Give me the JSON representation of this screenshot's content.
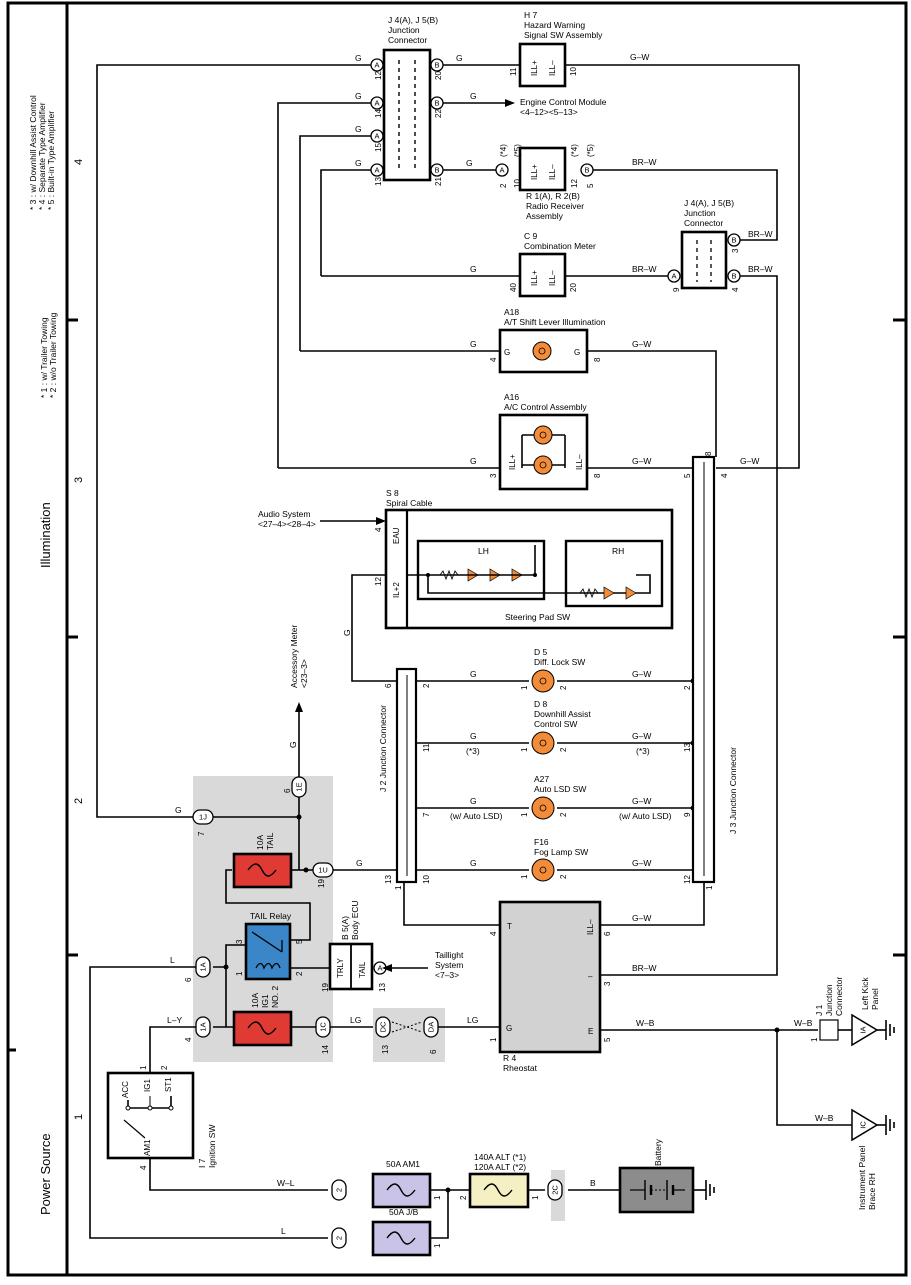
{
  "sidebar": {
    "notes_top": [
      "* 3 : w/ Downhill Assist Control",
      "* 4 : Separate Type Amplifier",
      "* 5 : Built-in Type Amplifier"
    ],
    "notes_mid": [
      "* 1 : w/ Trailer Towing",
      "* 2 : w/o Trailer Towing"
    ],
    "section_illumination": "Illumination",
    "section_power": "Power Source",
    "grid": [
      "4",
      "3",
      "2",
      "1"
    ]
  },
  "components": {
    "junction_top": [
      "J 4(A), J 5(B)",
      "Junction",
      "Connector"
    ],
    "hazard": [
      "H 7",
      "Hazard Warning",
      "Signal SW Assembly"
    ],
    "ecm": [
      "Engine Control Module",
      "<4–12><5–13>"
    ],
    "radio": [
      "R 1(A), R 2(B)",
      "Radio Receiver",
      "Assembly"
    ],
    "combination_meter": [
      "C 9",
      "Combination Meter"
    ],
    "junction_right": [
      "J 4(A), J 5(B)",
      "Junction",
      "Connector"
    ],
    "shift_lever": [
      "A18",
      "A/T Shift Lever Illumination"
    ],
    "ac_control": [
      "A16",
      "A/C Control Assembly"
    ],
    "spiral": [
      "S 8",
      "Spiral Cable"
    ],
    "audio": [
      "Audio System",
      "<27–4><28–4>"
    ],
    "steering_pad": "Steering Pad SW",
    "accessory_meter": [
      "Accessory Meter",
      "<23–3>"
    ],
    "diff_lock": [
      "D 5",
      "Diff.  Lock SW"
    ],
    "downhill": [
      "D 8",
      "Downhill Assist",
      "Control SW"
    ],
    "auto_lsd": [
      "A27",
      "Auto LSD SW"
    ],
    "fog_lamp": [
      "F16",
      "Fog Lamp SW"
    ],
    "j2": "J 2   Junction Connector",
    "j3": "J 3   Junction Connector",
    "fuse_tail": [
      "10A",
      "TAIL"
    ],
    "tail_relay": "TAIL Relay",
    "body_ecu": [
      "B 5(A)",
      "Body ECU"
    ],
    "taillight": [
      "Taillight",
      "System",
      "<7–3>"
    ],
    "fuse_ig1": [
      "10A",
      "IG1",
      "NO. 2"
    ],
    "rheostat": [
      "R 4",
      "Rheostat"
    ],
    "j1": [
      "J 1",
      "Junction",
      "Connector"
    ],
    "left_kick": [
      "Left Kick",
      "Panel"
    ],
    "ip_brace": [
      "Instrument Panel",
      "Brace RH"
    ],
    "ignition": [
      "I 7",
      "Ignition SW"
    ],
    "fuse_am1": "50A AM1",
    "fuse_jb": "50A J/B",
    "fuse_alt": [
      "140A ALT (*1)",
      "120A ALT (*2)"
    ],
    "battery": "Battery"
  },
  "pins": {
    "ill_plus": "ILL+",
    "ill_minus": "ILL–",
    "g": "G",
    "eau": "EAU",
    "il2": "IL+2",
    "lh": "LH",
    "rh": "RH",
    "trly": "TRLY",
    "tail": "TAIL",
    "t": "T",
    "e": "E",
    "ill_minus_r": "ILL–",
    "dash": "–",
    "acc": "ACC",
    "ig1": "IG1",
    "st1": "ST1",
    "am1": "AM1"
  },
  "wires": {
    "g": "G",
    "gw": "G–W",
    "brw": "BR–W",
    "l": "L",
    "ly": "L–Y",
    "lg": "LG",
    "wb": "W–B",
    "wl": "W–L",
    "b": "B",
    "star3": "(*3)",
    "wlsd": "(w/ Auto LSD)",
    "star4": "(*4)",
    "star5": "(*5)"
  },
  "connectors": {
    "a": "A",
    "b": "B",
    "c1j": "1J",
    "c1e": "1E",
    "c1u": "1U",
    "c1a": "1A",
    "c1c": "1C",
    "cdc": "DC",
    "cda": "DA",
    "cia": "IA",
    "cic": "IC",
    "c2": "2",
    "c2c": "2C"
  },
  "numbers": {
    "n1": "1",
    "n2": "2",
    "n3": "3",
    "n4": "4",
    "n5": "5",
    "n6": "6",
    "n7": "7",
    "n8": "8",
    "n9": "9",
    "n10": "10",
    "n11": "11",
    "n12": "12",
    "n13": "13",
    "n14": "14",
    "n15": "15",
    "n19": "19",
    "n20": "20",
    "n21": "21",
    "n22": "22",
    "n40": "40"
  },
  "colors": {
    "fuse_red": "#e03a35",
    "relay_blue": "#3a86c8",
    "shade": "#d9d9d9",
    "lamp_orange": "#f28c38",
    "fuse_lavender": "#c9c3e8",
    "fuse_alt": "#f5efc4",
    "battery": "#8c8c8c",
    "rheostat": "#d2d2d2"
  }
}
